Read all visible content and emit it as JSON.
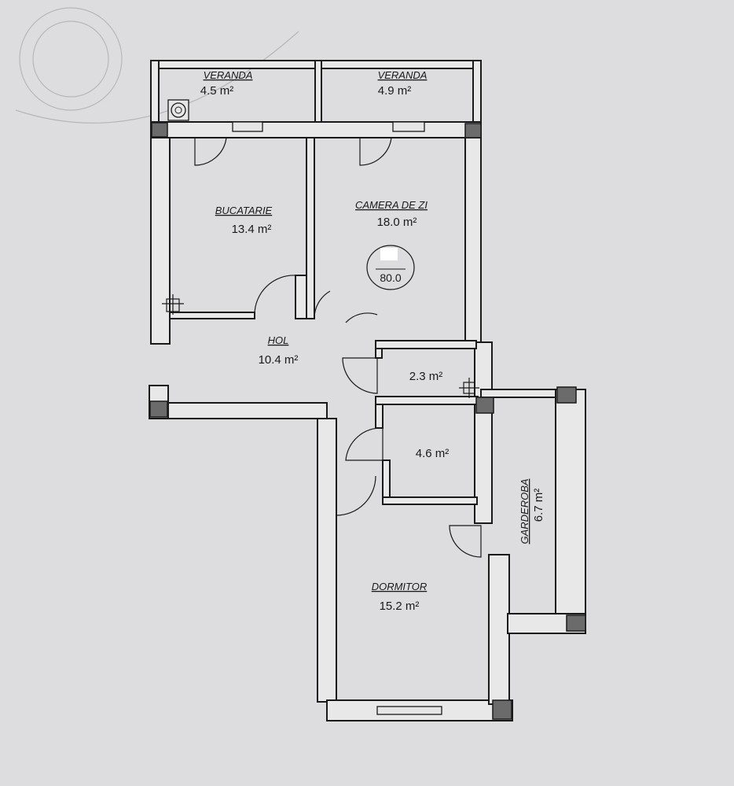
{
  "plan": {
    "rooms": [
      {
        "id": "veranda-left",
        "name": "VERANDA",
        "area": "4.5 m²"
      },
      {
        "id": "veranda-right",
        "name": "VERANDA",
        "area": "4.9 m²"
      },
      {
        "id": "bucatarie",
        "name": "BUCATARIE",
        "area": "13.4 m²"
      },
      {
        "id": "camera-de-zi",
        "name": "CAMERA DE ZI",
        "area": "18.0 m²"
      },
      {
        "id": "hol",
        "name": "HOL",
        "area": "10.4 m²"
      },
      {
        "id": "baie-mica",
        "name": "",
        "area": "2.3 m²"
      },
      {
        "id": "baie",
        "name": "",
        "area": "4.6 m²"
      },
      {
        "id": "garderoba",
        "name": "GARDEROBA",
        "area": "6.7 m²"
      },
      {
        "id": "dormitor",
        "name": "DORMITOR",
        "area": "15.2 m²"
      }
    ],
    "total_marker": "80.0"
  }
}
